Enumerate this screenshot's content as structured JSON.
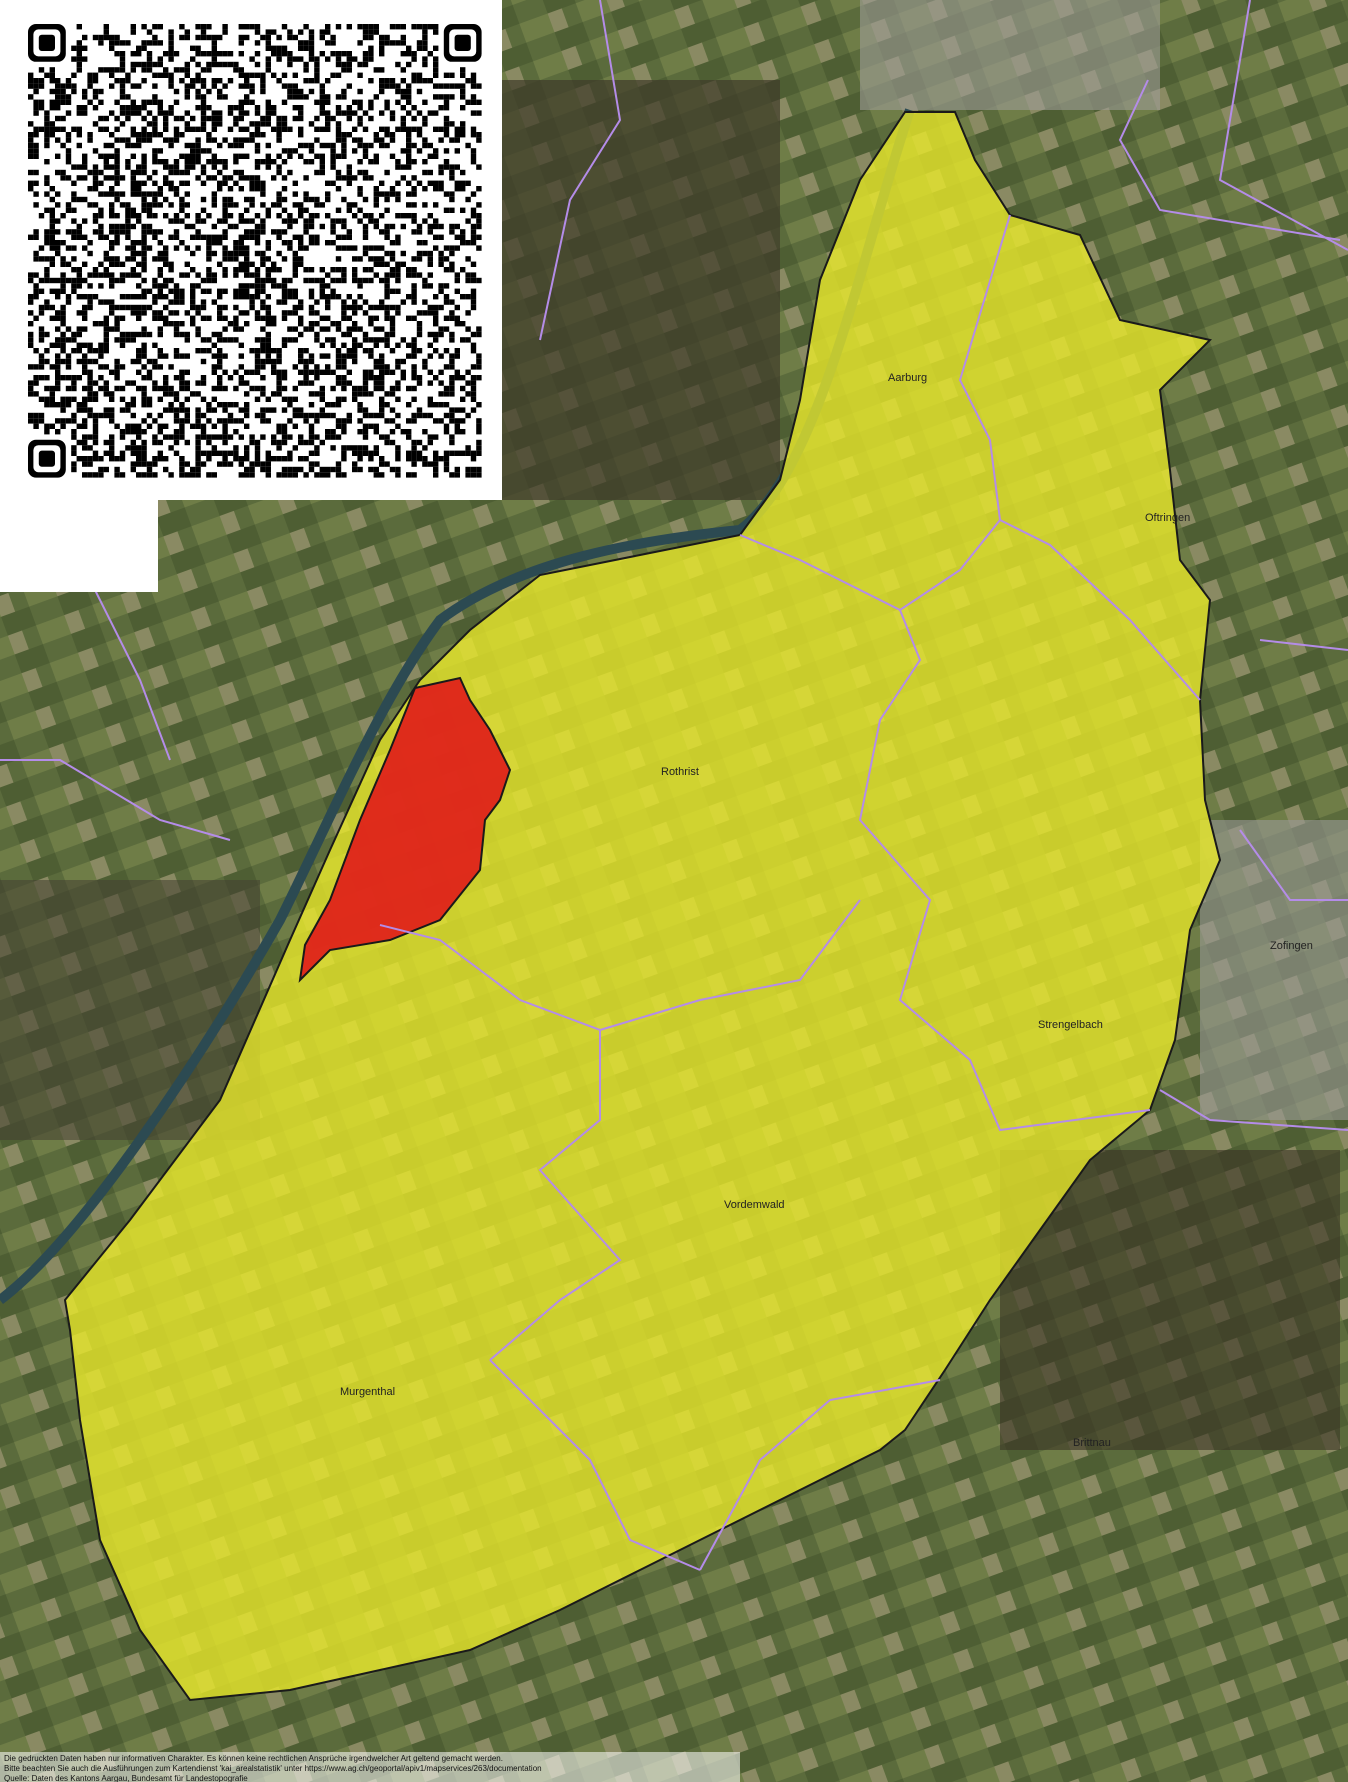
{
  "map": {
    "imagery": "satellite orthophoto",
    "colors": {
      "region_fill": "#ecec2a",
      "selected_fill": "#e01a1a",
      "boundary_line": "#b48ce8",
      "region_outline": "#1a1a1a"
    },
    "places": [
      {
        "id": "aarburg",
        "name": "Aarburg"
      },
      {
        "id": "oftringen",
        "name": "Oftringen"
      },
      {
        "id": "rothrist",
        "name": "Rothrist"
      },
      {
        "id": "zofingen",
        "name": "Zofingen"
      },
      {
        "id": "strengelbach",
        "name": "Strengelbach"
      },
      {
        "id": "vordemwald",
        "name": "Vordemwald"
      },
      {
        "id": "murgenthal",
        "name": "Murgenthal"
      },
      {
        "id": "brittnau",
        "name": "Brittnau"
      }
    ]
  },
  "qr_code": {
    "icon": "qr-code-icon"
  },
  "footer": {
    "line1": "Die gedruckten Daten haben nur informativen Charakter. Es können keine rechtlichen Ansprüche irgendwelcher Art geltend gemacht werden.",
    "line2": "Bitte beachten Sie auch die Ausführungen zum Kartendienst 'kai_arealstatistik' unter https://www.ag.ch/geoportal/apiv1/mapservices/263/documentation",
    "line3": "Quelle: Daten des Kantons Aargau, Bundesamt für Landestopografie"
  }
}
